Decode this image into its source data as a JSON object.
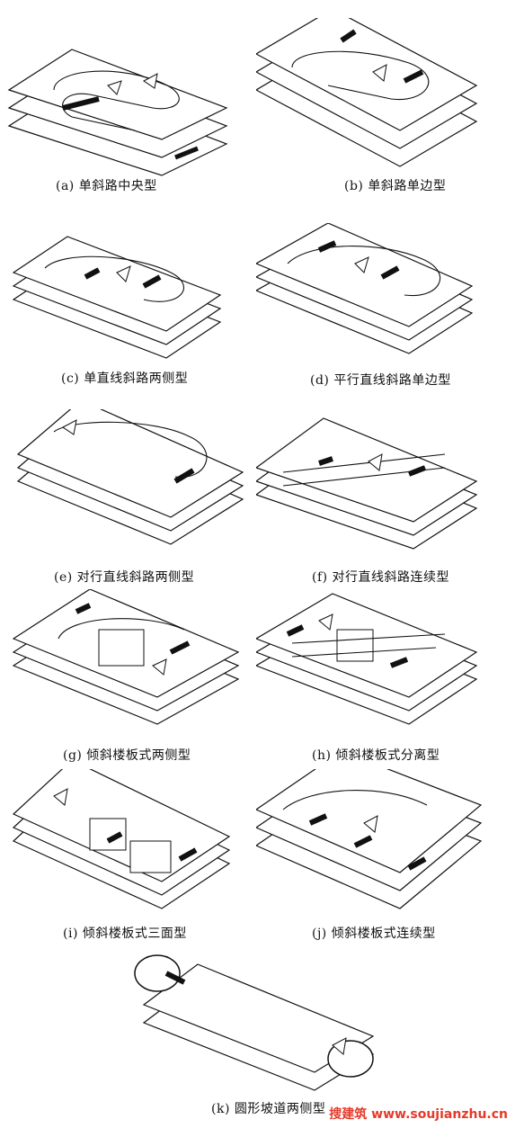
{
  "figures": [
    {
      "id": "a",
      "caption": "(a) 单斜路中央型"
    },
    {
      "id": "b",
      "caption": "(b) 单斜路单边型"
    },
    {
      "id": "c",
      "caption": "(c) 单直线斜路两侧型"
    },
    {
      "id": "d",
      "caption": "(d) 平行直线斜路单边型"
    },
    {
      "id": "e",
      "caption": "(e) 对行直线斜路两侧型"
    },
    {
      "id": "f",
      "caption": "(f) 对行直线斜路连续型"
    },
    {
      "id": "g",
      "caption": "(g) 倾斜楼板式两侧型"
    },
    {
      "id": "h",
      "caption": "(h) 倾斜楼板式分离型"
    },
    {
      "id": "i",
      "caption": "(i) 倾斜楼板式三面型"
    },
    {
      "id": "j",
      "caption": "(j) 倾斜楼板式连续型"
    },
    {
      "id": "k",
      "caption": "(k) 圆形坡道两侧型"
    }
  ],
  "watermark": "搜建筑 www.soujianzhu.cn",
  "colors": {
    "ink": "#111111",
    "paper": "#ffffff",
    "watermark": "#e53a2a"
  }
}
